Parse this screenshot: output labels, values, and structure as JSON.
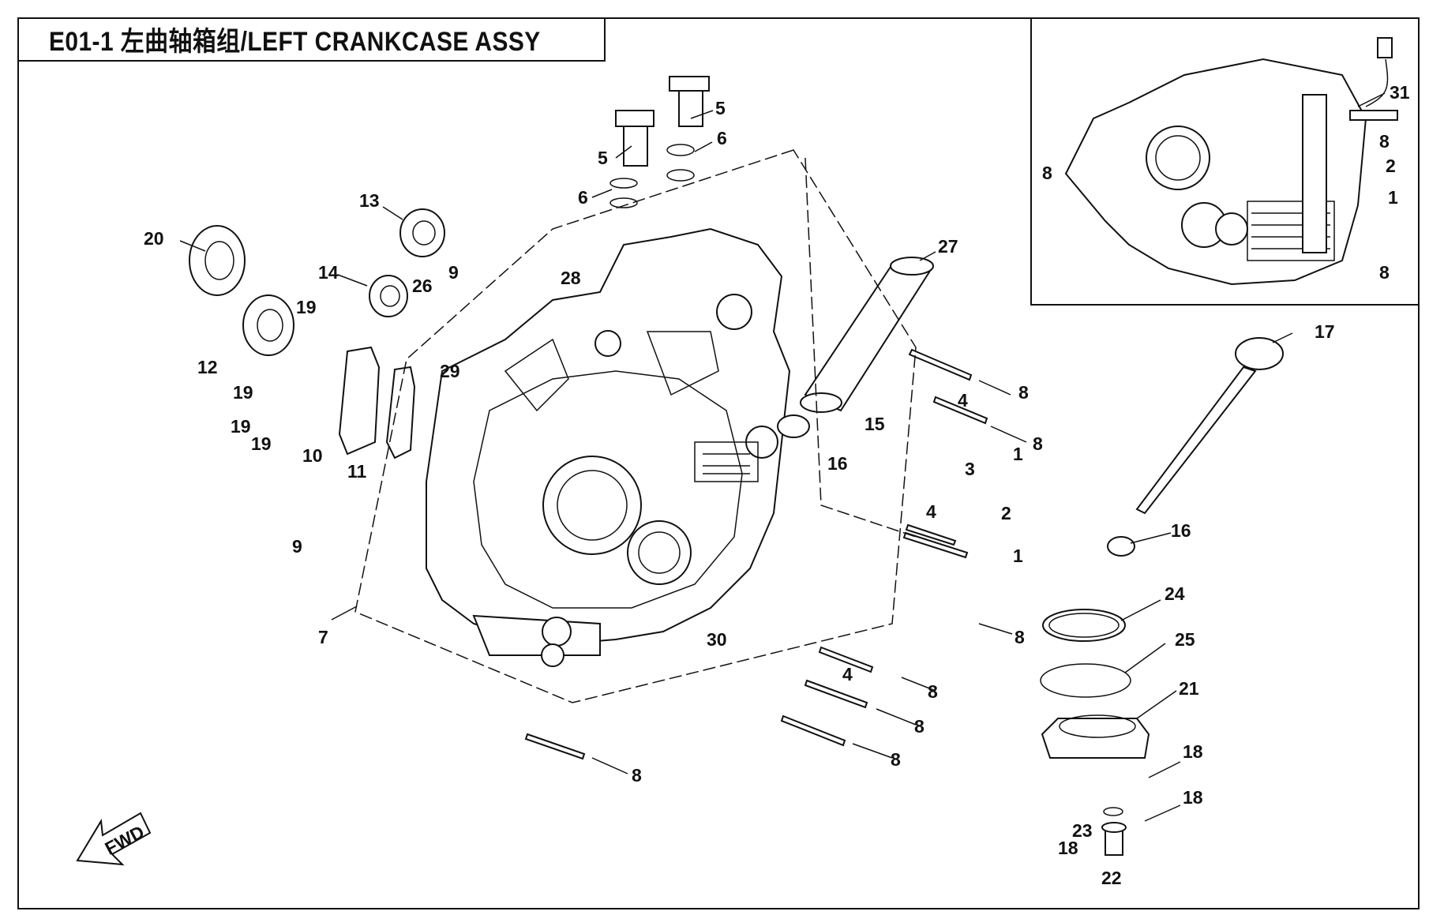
{
  "title": "E01-1 左曲轴箱组/LEFT CRANKCASE ASSY",
  "fwd_label": "FWD",
  "callouts": [
    "1",
    "2",
    "3",
    "4",
    "5",
    "6",
    "7",
    "8",
    "9",
    "10",
    "11",
    "12",
    "13",
    "14",
    "15",
    "16",
    "17",
    "18",
    "19",
    "20",
    "21",
    "22",
    "23",
    "24",
    "25",
    "26",
    "27",
    "28",
    "29",
    "30",
    "31"
  ]
}
